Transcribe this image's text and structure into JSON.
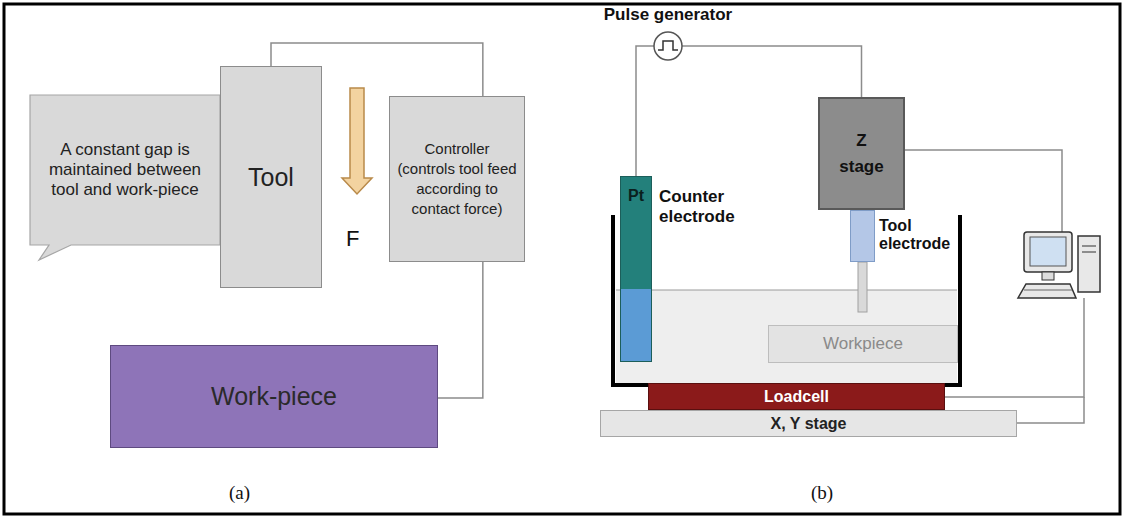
{
  "diagram": {
    "nodes": [
      {
        "text": [
          "A constant gap is maintained between tool and work-piece"
        ]
      },
      {
        "text": [
          "Tool"
        ]
      },
      {
        "text": [
          "Controller (controls tool feed according to contact force)"
        ]
      },
      {
        "text": [
          "Work-piece"
        ]
      },
      {
        "text": [
          "Pulse generator"
        ]
      },
      {
        "text": [
          "Pt",
          "Counter electrode"
        ]
      },
      {
        "text": [
          "Z stage"
        ]
      },
      {
        "text": [
          "Tool electrode"
        ]
      },
      {
        "text": [
          "Workpiece"
        ]
      },
      {
        "text": [
          "Loadcell"
        ]
      },
      {
        "text": [
          "X, Y stage"
        ]
      }
    ],
    "edges": [
      {
        "from": 1,
        "to": 2,
        "arrow": "none"
      },
      {
        "from": 2,
        "to": 3,
        "arrow": "none"
      },
      {
        "from": 4,
        "to": 5,
        "arrow": "none"
      },
      {
        "from": 4,
        "to": 6,
        "arrow": "none"
      }
    ],
    "labels": [
      "F",
      "(a)",
      "(b)"
    ]
  }
}
